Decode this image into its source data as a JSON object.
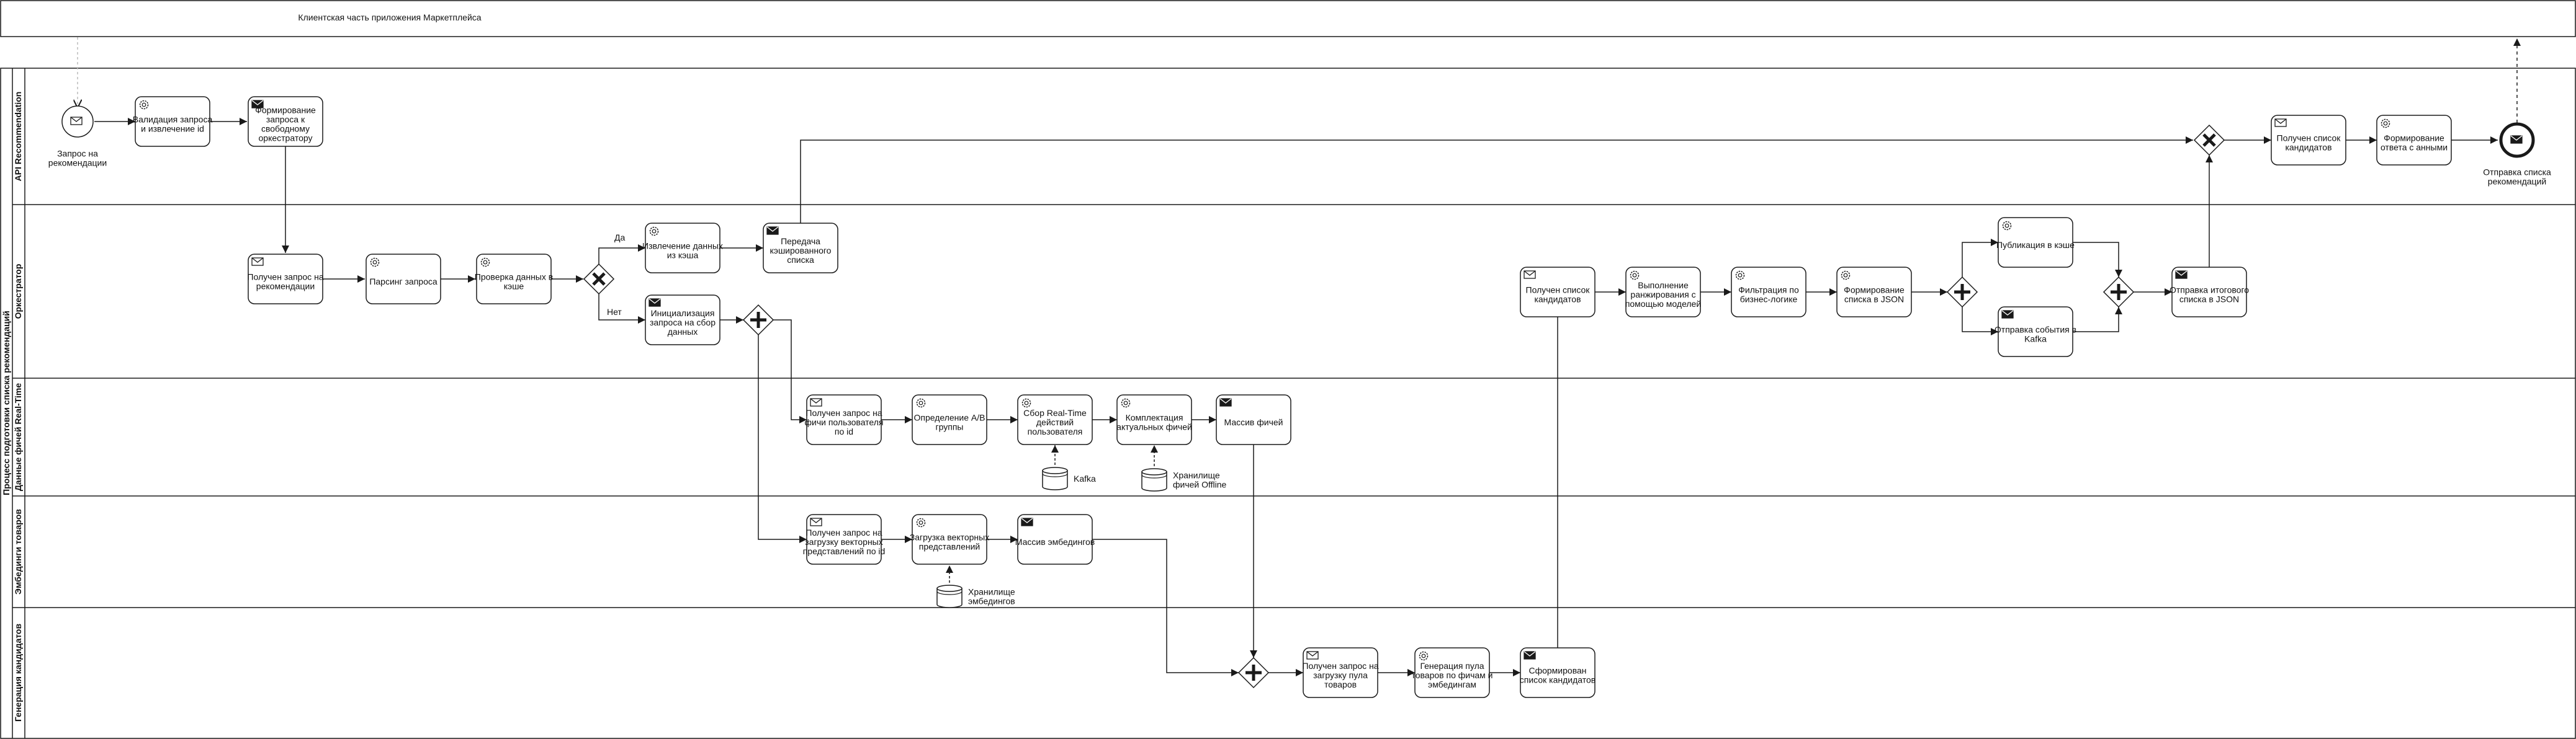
{
  "pool_external": {
    "title": "Клиентская часть приложения Маркетплейса"
  },
  "pool_main": {
    "title": "Процесс подготовки списка рекомендаций"
  },
  "lanes": {
    "api": "API Recommendation",
    "orch": "Оркестратор",
    "realtime": "Данные фичей Real-Time",
    "emb": "Эмбединги товаров",
    "gen": "Генерация кандидатов"
  },
  "events": {
    "start": [
      "Запрос на",
      "рекомендации"
    ],
    "end": [
      "Отправка списка",
      "рекомендаций"
    ]
  },
  "tasks": {
    "validate": [
      "Валидация запроса",
      "и извлечение id"
    ],
    "form_request": [
      "Формирование",
      "запроса к",
      "свободному",
      "оркестратору"
    ],
    "recv_request": [
      "Получен запрос на",
      "рекомендации"
    ],
    "parse": [
      "Парсинг запроса"
    ],
    "check_cache": [
      "Проверка данных в",
      "кэше"
    ],
    "extract_cache": [
      "Извлечение данных",
      "из кэша"
    ],
    "send_cached": [
      "Передача",
      "кэшированного",
      "списка"
    ],
    "init_request": [
      "Инициализация",
      "запроса на сбор",
      "данных"
    ],
    "recv_features": [
      "Получен запрос на",
      "фичи пользователя",
      "по id"
    ],
    "ab_group": [
      "Определение A/B",
      "группы"
    ],
    "collect_rt": [
      "Сбор Real-Time",
      "действий",
      "пользователя"
    ],
    "complete_feat": [
      "Комплектация",
      "актуальных фичей"
    ],
    "feat_array": [
      "Массив фичей"
    ],
    "recv_vectors": [
      "Получен запрос на",
      "загрузку векторных",
      "представлений по id"
    ],
    "load_vectors": [
      "Загрузка векторных",
      "представлений"
    ],
    "emb_array": [
      "Массив эмбедингов"
    ],
    "recv_pool": [
      "Получен запрос на",
      "загрузку пула",
      "товаров"
    ],
    "gen_pool": [
      "Генерация пула",
      "товаров по фичам и",
      "эмбедингам"
    ],
    "form_cand": [
      "Сформирован",
      "список кандидатов"
    ],
    "recv_cand": [
      "Получен список",
      "кандидатов"
    ],
    "rank": [
      "Выполнение",
      "ранжирования с",
      "помощью моделей"
    ],
    "filter": [
      "Фильтрация по",
      "бизнес-логике"
    ],
    "json": [
      "Формирование",
      "списка в JSON"
    ],
    "publish_cache": [
      "Публикация в кэше"
    ],
    "kafka_event": [
      "Отправка события в",
      "Kafka"
    ],
    "send_final": [
      "Отправка итогового",
      "списка в JSON"
    ],
    "api_recv_list": [
      "Получен список",
      "кандидатов"
    ],
    "form_response": [
      "Формирование",
      "ответа с анными"
    ]
  },
  "gateway_labels": {
    "yes": "Да",
    "no": "Нет"
  },
  "stores": {
    "kafka": [
      "Kafka"
    ],
    "offline": [
      "Хранилище",
      "фичей Offline"
    ],
    "emb_store": [
      "Хранилище",
      "эмбедингов"
    ]
  },
  "colors": {
    "stroke": "#1a1a1a",
    "fill": "#ffffff",
    "dashed": "#bbbbbb",
    "text": "#111111"
  }
}
